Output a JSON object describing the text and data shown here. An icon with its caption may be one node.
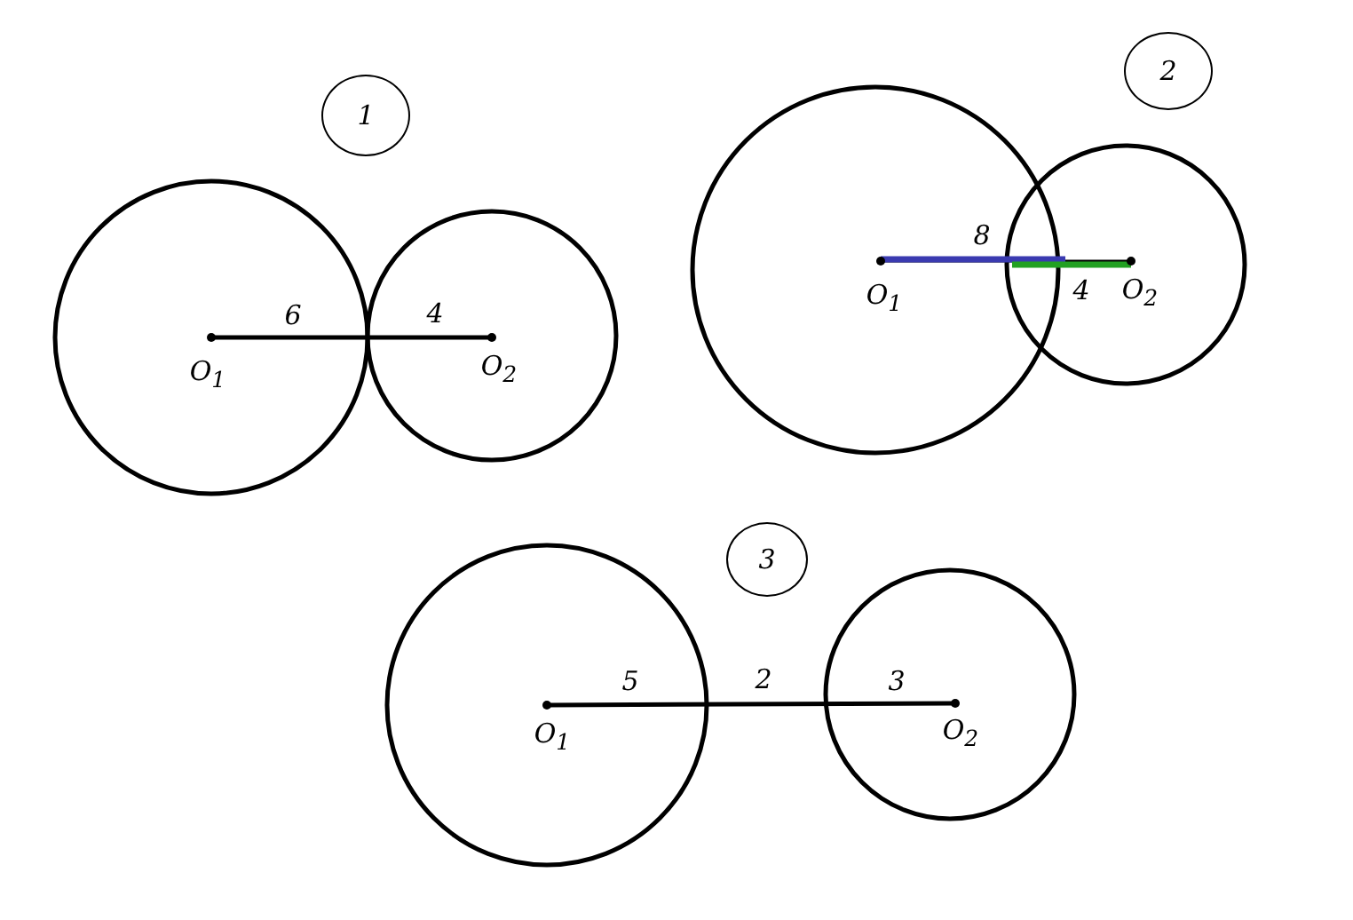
{
  "diagram": {
    "nodes": [
      {
        "text": [
          "1"
        ]
      },
      {
        "text": [
          "2"
        ]
      },
      {
        "text": [
          "3"
        ]
      }
    ],
    "labels": [
      "6",
      "4",
      "O$_{1}$",
      "O$_{2}$",
      "8",
      "O$_{1}$",
      "4",
      "O$_{2}$",
      "5",
      "2",
      "3",
      "O$_{1}$",
      "O$_{2}$"
    ]
  }
}
